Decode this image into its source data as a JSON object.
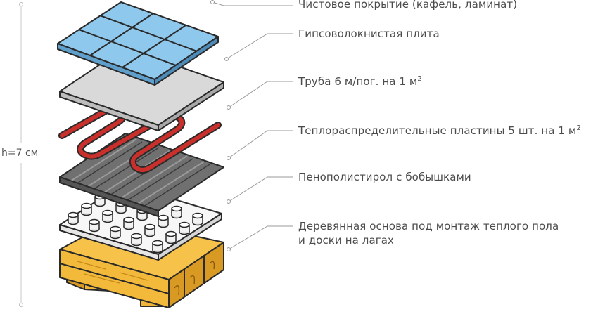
{
  "height_label": "h=7 см",
  "layers": [
    {
      "name": "Чистовое покрытие (кафель, ламинат)",
      "sup": ""
    },
    {
      "name": "Гипсоволокнистая плита",
      "sup": ""
    },
    {
      "name": "Труба 6 м/пог. на 1 м",
      "sup": "2"
    },
    {
      "name": "Теплораспределительные пластины 5 шт. на 1 м",
      "sup": "2"
    },
    {
      "name": "Пенополистирол с бобышками",
      "sup": ""
    },
    {
      "name": "Деревянная основа под монтаж теплого пола",
      "line2": "и доски на лагах",
      "sup": ""
    }
  ],
  "colors": {
    "tile": "#8ec8ec",
    "board": "#d9d9d9",
    "pipe": "#c9302c",
    "plates": "#6b6b6b",
    "foam": "#f7f7f7",
    "wood": "#f3b93a",
    "leader_dot": "#9a9a9a"
  }
}
